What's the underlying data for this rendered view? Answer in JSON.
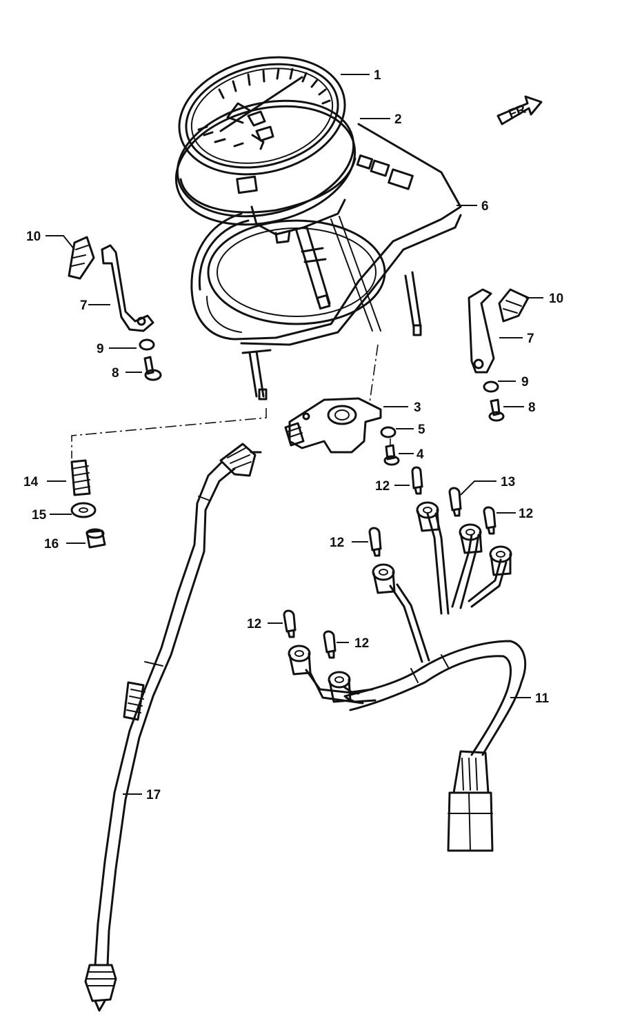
{
  "callouts": [
    {
      "id": "c1",
      "label": "1"
    },
    {
      "id": "c2",
      "label": "2"
    },
    {
      "id": "c3",
      "label": "3"
    },
    {
      "id": "c4",
      "label": "4"
    },
    {
      "id": "c5",
      "label": "5"
    },
    {
      "id": "c6",
      "label": "6"
    },
    {
      "id": "c7a",
      "label": "7"
    },
    {
      "id": "c7b",
      "label": "7"
    },
    {
      "id": "c8a",
      "label": "8"
    },
    {
      "id": "c8b",
      "label": "8"
    },
    {
      "id": "c9a",
      "label": "9"
    },
    {
      "id": "c9b",
      "label": "9"
    },
    {
      "id": "c10a",
      "label": "10"
    },
    {
      "id": "c10b",
      "label": "10"
    },
    {
      "id": "c11",
      "label": "11"
    },
    {
      "id": "c12a",
      "label": "12"
    },
    {
      "id": "c12b",
      "label": "12"
    },
    {
      "id": "c12c",
      "label": "12"
    },
    {
      "id": "c12d",
      "label": "12"
    },
    {
      "id": "c12e",
      "label": "12"
    },
    {
      "id": "c13",
      "label": "13"
    },
    {
      "id": "c14",
      "label": "14"
    },
    {
      "id": "c15",
      "label": "15"
    },
    {
      "id": "c16",
      "label": "16"
    },
    {
      "id": "c17",
      "label": "17"
    }
  ],
  "front_arrow": {
    "label": "FR",
    "icon": "direction-arrow-icon"
  }
}
